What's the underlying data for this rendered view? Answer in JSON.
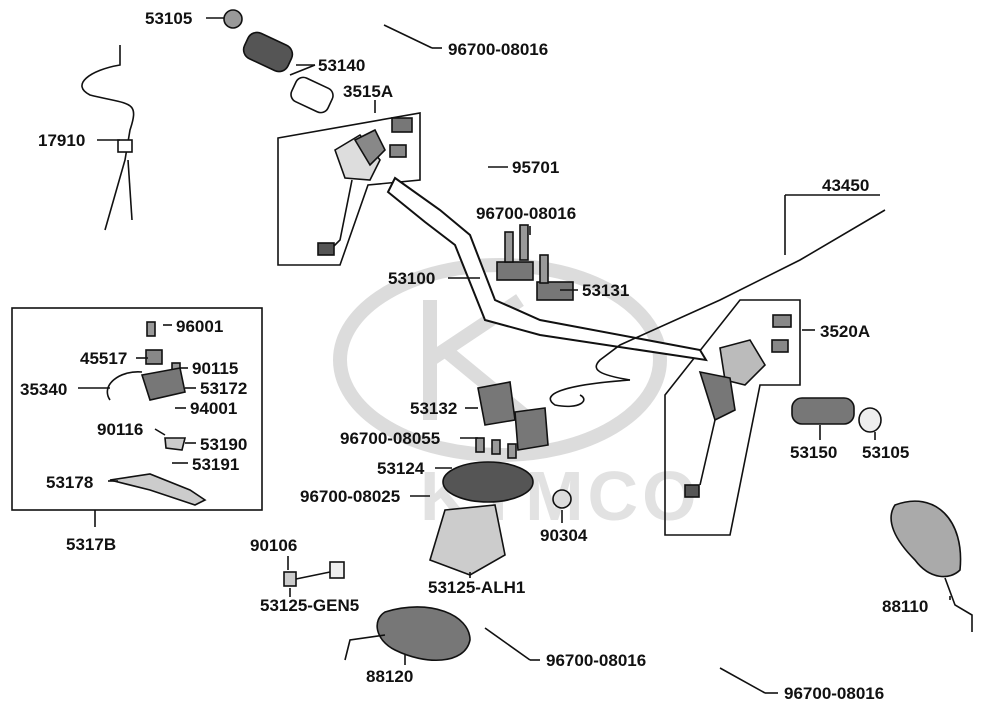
{
  "diagram": {
    "brand_watermark": "KYMCO",
    "labels": {
      "l53105a": "53105",
      "l96700a": "96700-08016",
      "l53140": "53140",
      "l3515A": "3515A",
      "l17910": "17910",
      "l95701": "95701",
      "l43450": "43450",
      "l96700b": "96700-08016",
      "l53100": "53100",
      "l53131": "53131",
      "l3520A": "3520A",
      "l96001": "96001",
      "l45517": "45517",
      "l90115": "90115",
      "l35340": "35340",
      "l53172": "53172",
      "l94001": "94001",
      "l90116": "90116",
      "l53190": "53190",
      "l53191": "53191",
      "l53178": "53178",
      "l5317B": "5317B",
      "l53132": "53132",
      "l96700_08055": "96700-08055",
      "l53124": "53124",
      "l96700_08025": "96700-08025",
      "l90304": "90304",
      "l53150": "53150",
      "l53105b": "53105",
      "l90106": "90106",
      "l53125GEN5": "53125-GEN5",
      "l53125ALH1": "53125-ALH1",
      "l88110": "88110",
      "l88120": "88120",
      "l96700c": "96700-08016",
      "l96700d": "96700-08016"
    }
  }
}
